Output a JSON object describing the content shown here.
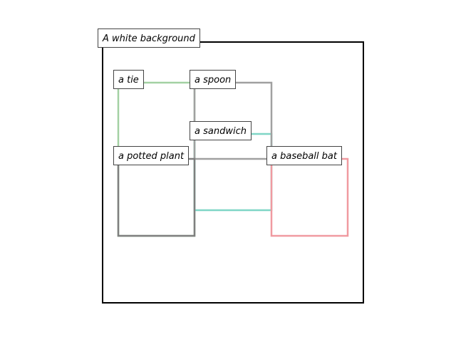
{
  "scene": {
    "caption": "A white background",
    "frame_color": "#000000"
  },
  "objects": [
    {
      "key": "tie",
      "label": "a tie",
      "color": "#a3d1a3"
    },
    {
      "key": "spoon",
      "label": "a spoon",
      "color": "#a0a0a0"
    },
    {
      "key": "sandwich",
      "label": "a sandwich",
      "color": "#7fd6c6"
    },
    {
      "key": "potted_plant",
      "label": "a potted plant",
      "color": "#7f7f7f"
    },
    {
      "key": "baseball_bat",
      "label": "a baseball bat",
      "color": "#f09aa0"
    }
  ]
}
